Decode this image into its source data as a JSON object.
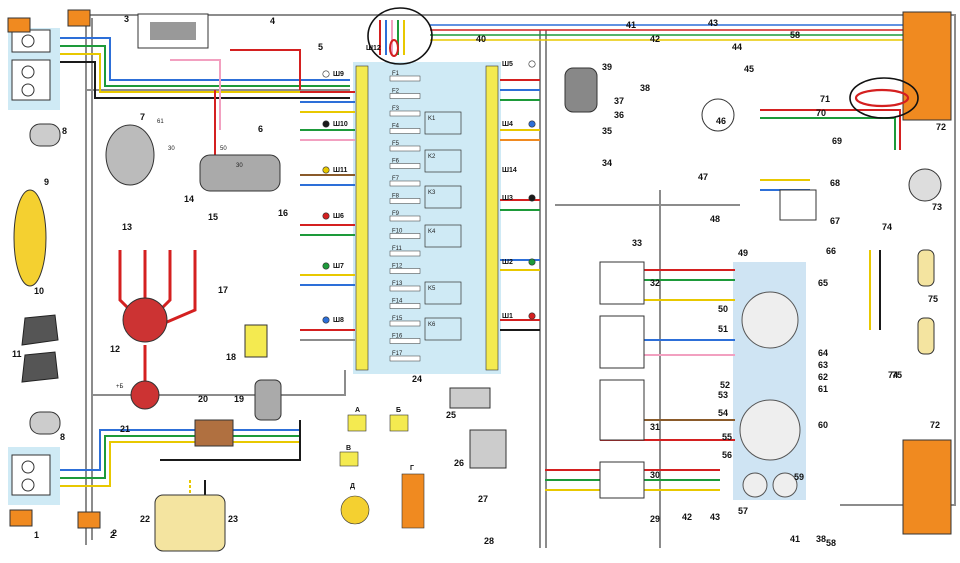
{
  "diagram": {
    "component_numbers": [
      "1",
      "2",
      "3",
      "4",
      "5",
      "6",
      "7",
      "8",
      "9",
      "10",
      "11",
      "12",
      "13",
      "14",
      "15",
      "16",
      "17",
      "18",
      "19",
      "20",
      "21",
      "22",
      "23",
      "24",
      "25",
      "26",
      "27",
      "28",
      "29",
      "30",
      "31",
      "32",
      "33",
      "34",
      "35",
      "36",
      "37",
      "38",
      "39",
      "40",
      "41",
      "42",
      "43",
      "44",
      "45",
      "46",
      "47",
      "48",
      "49",
      "50",
      "51",
      "52",
      "53",
      "54",
      "55",
      "56",
      "57",
      "58",
      "59",
      "60",
      "61",
      "62",
      "63",
      "64",
      "65",
      "66",
      "67",
      "68",
      "69",
      "70",
      "71",
      "72",
      "73",
      "74",
      "75"
    ],
    "fuse_labels": [
      "F1",
      "F2",
      "F3",
      "F4",
      "F5",
      "F6",
      "F7",
      "F8",
      "F9",
      "F10",
      "F11",
      "F12",
      "F13",
      "F14",
      "F15",
      "F16",
      "F17"
    ],
    "relay_labels": [
      "K1",
      "K2",
      "K3",
      "K4",
      "K5",
      "K6"
    ],
    "connector_labels_left": [
      "Ш9",
      "Ш10",
      "Ш11",
      "Ш6",
      "Ш7",
      "Ш8"
    ],
    "connector_labels_right": [
      "Ш5",
      "Ш4",
      "Ш14",
      "Ш3",
      "Ш2",
      "Ш1"
    ],
    "connector_top": "Ш12",
    "pin_letters": [
      "А",
      "Б",
      "В",
      "Г",
      "Д"
    ],
    "small_marks": [
      "61",
      "30",
      "50",
      "30",
      "+Б"
    ],
    "colors": {
      "red": "#d42020",
      "blue": "#2d6fd8",
      "green": "#1d9a3a",
      "yellow": "#e8c800",
      "brown": "#8a5a2a",
      "orange": "#f08a20",
      "pink": "#f2a0c0",
      "grey": "#8c8c8c",
      "black": "#1a1a1a",
      "highlight_bg": "#cfeaf5",
      "circle_highlight": "#111111"
    }
  }
}
